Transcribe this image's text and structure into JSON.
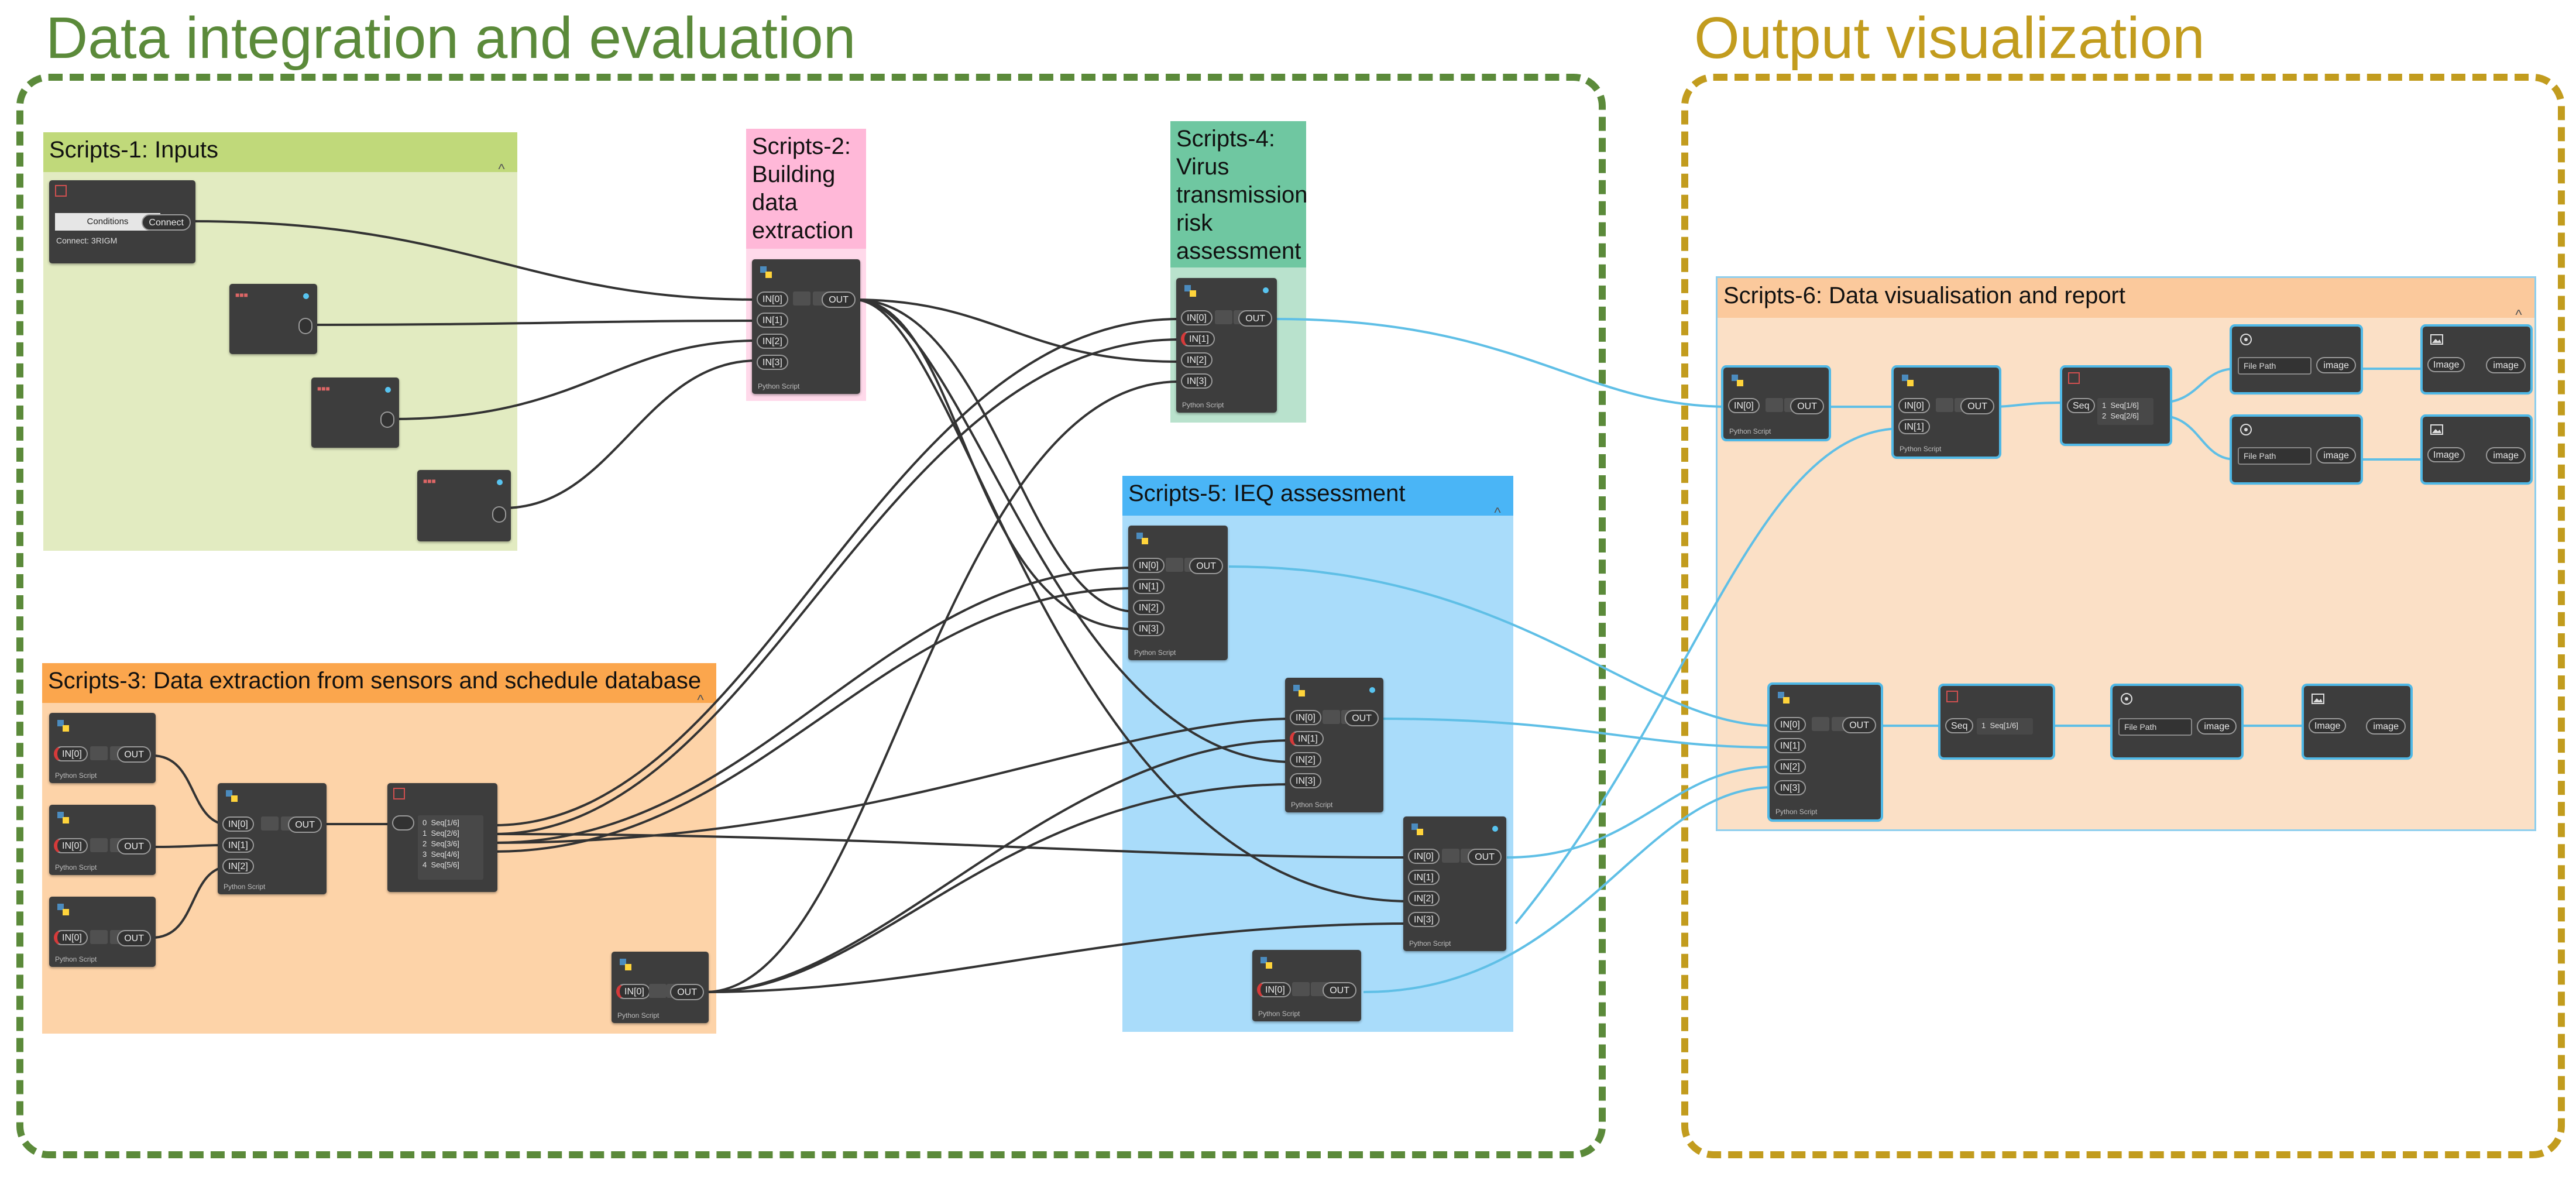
{
  "regions": {
    "integration": {
      "title": "Data integration and evaluation",
      "color": "#5b8a3a"
    },
    "output": {
      "title": "Output visualization",
      "color": "#c29c1e"
    }
  },
  "groups": {
    "g1": {
      "title": "Scripts-1: Inputs",
      "header_color": "#c0d97a",
      "body_color": "#e2ebc1"
    },
    "g2": {
      "title": "Scripts-2: Building data extraction",
      "header_color": "#ffb8d8",
      "body_color": "#ffd9ea"
    },
    "g3": {
      "title": "Scripts-3: Data extraction from sensors and schedule database",
      "header_color": "#fba64d",
      "body_color": "#fdd3a8"
    },
    "g4": {
      "title": "Scripts-4: Virus transmission risk assessment",
      "header_color": "#6fc7a1",
      "body_color": "#b9e2cd"
    },
    "g5": {
      "title": "Scripts-5: IEQ assessment",
      "header_color": "#4ab5f6",
      "body_color": "#a9dcfa"
    },
    "g6": {
      "title": "Scripts-6: Data visualisation and report",
      "header_color": "#fbc99c",
      "body_color": "#fbe0c6"
    }
  },
  "node_labels": {
    "in0": "IN[0]",
    "in1": "IN[1]",
    "in2": "IN[2]",
    "in3": "IN[3]",
    "out": "OUT",
    "python_footer": "Python Script",
    "seq": "Seq",
    "image": "image",
    "image_label": "Image",
    "filepath": "File Path",
    "button": "Conditions",
    "connect": "Connect",
    "connect_status": "Connect: 3RIGM",
    "list_text": "0  Seq[1/6]\n1  Seq[2/6]\n2  Seq[3/6]\n3  Seq[4/6]\n4  Seq[5/6]",
    "list_text_short": "1  Seq[1/6]\n2  Seq[2/6]",
    "list_one": "1  Seq[1/6]"
  },
  "colors": {
    "wire_dark": "#333333",
    "wire_blue": "#5fbfe6"
  }
}
